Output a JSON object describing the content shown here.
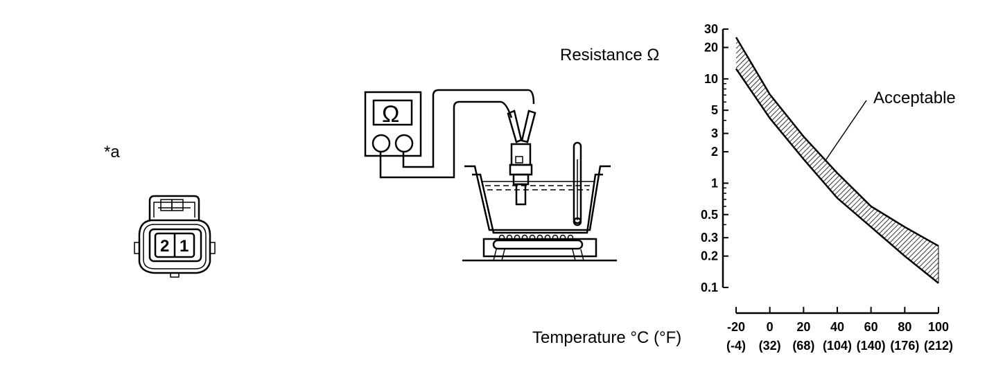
{
  "connector": {
    "label": "*a",
    "pins": [
      "2",
      "1"
    ]
  },
  "meter": {
    "symbol": "Ω"
  },
  "chart_data": {
    "type": "area",
    "title": "",
    "ylabel": "Resistance Ω",
    "xlabel": "Temperature °C (°F)",
    "y_scale": "log",
    "ylim": [
      0.1,
      30
    ],
    "y_ticks": [
      "30",
      "20",
      "10",
      "5",
      "3",
      "2",
      "1",
      "0.5",
      "0.3",
      "0.2",
      "0.1"
    ],
    "y_tick_values": [
      30,
      20,
      10,
      5,
      3,
      2,
      1,
      0.5,
      0.3,
      0.2,
      0.1
    ],
    "xlim": [
      -20,
      100
    ],
    "x_ticks_c": [
      "-20",
      "0",
      "20",
      "40",
      "60",
      "80",
      "100"
    ],
    "x_ticks_f": [
      "(-4)",
      "(32)",
      "(68)",
      "(104)",
      "(140)",
      "(176)",
      "(212)"
    ],
    "x_tick_values": [
      -20,
      0,
      20,
      40,
      60,
      80,
      100
    ],
    "series": [
      {
        "name": "Acceptable",
        "x": [
          -20,
          0,
          20,
          40,
          60,
          80,
          100
        ],
        "upper": [
          25,
          7.1,
          2.8,
          1.25,
          0.6,
          0.38,
          0.25
        ],
        "lower": [
          12.5,
          4.2,
          1.7,
          0.72,
          0.38,
          0.2,
          0.11
        ]
      }
    ],
    "annotation": "Acceptable",
    "grid": false,
    "legend": "none"
  }
}
